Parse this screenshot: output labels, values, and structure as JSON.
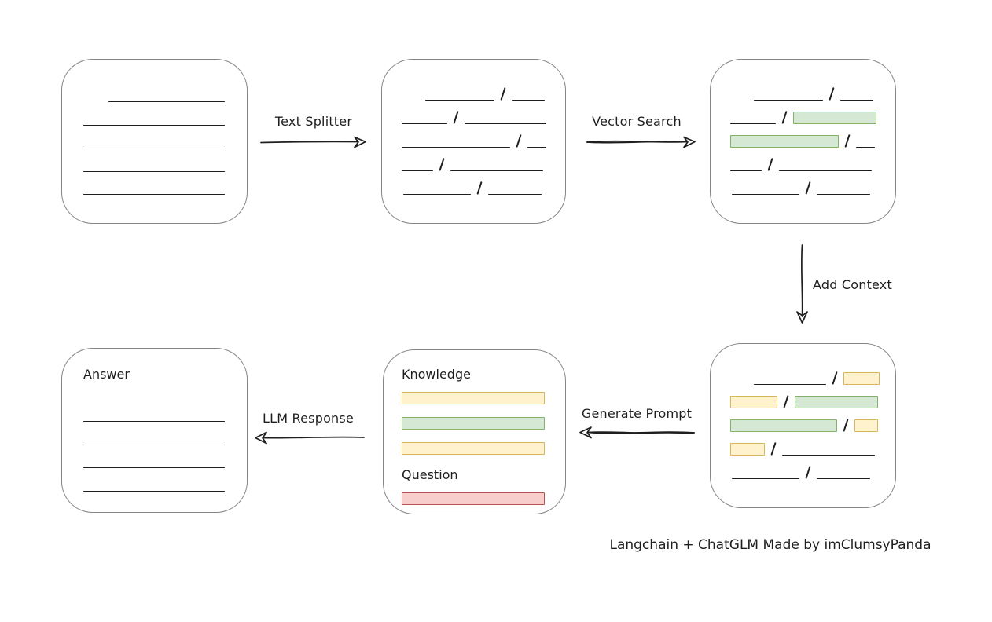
{
  "footer": {
    "credit": "Langchain + ChatGLM Made by imClumsyPanda"
  },
  "colors": {
    "ink": "#1e1e1e",
    "box_border": "#858585",
    "green_fill": "#d5e8d4",
    "green_border": "#82b366",
    "yellow_fill": "#fff2cc",
    "yellow_border": "#d6b656",
    "red_fill": "#f8cecc",
    "red_border": "#b85450"
  },
  "arrows": {
    "text_splitter": {
      "label": "Text Splitter",
      "direction": "right"
    },
    "vector_search": {
      "label": "Vector Search",
      "direction": "right"
    },
    "add_context": {
      "label": "Add Context",
      "direction": "down"
    },
    "generate_prompt": {
      "label": "Generate Prompt",
      "direction": "left"
    },
    "llm_response": {
      "label": "LLM Response",
      "direction": "left"
    }
  },
  "boxes": {
    "document": {
      "rows": [
        {
          "indent": 32,
          "segs": [
            {
              "t": "line",
              "w": 148
            }
          ]
        },
        {
          "indent": 0,
          "segs": [
            {
              "t": "line",
              "w": 180
            }
          ]
        },
        {
          "indent": 0,
          "segs": [
            {
              "t": "line",
              "w": 180
            }
          ]
        },
        {
          "indent": 0,
          "segs": [
            {
              "t": "line",
              "w": 180
            }
          ]
        },
        {
          "indent": 0,
          "segs": [
            {
              "t": "line",
              "w": 180
            }
          ]
        }
      ]
    },
    "chunks": {
      "rows": [
        {
          "indent": 30,
          "segs": [
            {
              "t": "line",
              "w": 88
            },
            {
              "t": "slash"
            },
            {
              "t": "line",
              "w": 42
            }
          ]
        },
        {
          "indent": 0,
          "segs": [
            {
              "t": "line",
              "w": 58
            },
            {
              "t": "slash"
            },
            {
              "t": "line",
              "w": 104
            }
          ]
        },
        {
          "indent": 0,
          "segs": [
            {
              "t": "line",
              "w": 138
            },
            {
              "t": "slash"
            },
            {
              "t": "line",
              "w": 24
            }
          ]
        },
        {
          "indent": 0,
          "segs": [
            {
              "t": "line",
              "w": 40
            },
            {
              "t": "slash"
            },
            {
              "t": "line",
              "w": 118
            }
          ]
        },
        {
          "indent": 2,
          "segs": [
            {
              "t": "line",
              "w": 86
            },
            {
              "t": "slash"
            },
            {
              "t": "line",
              "w": 68
            }
          ]
        }
      ]
    },
    "search_results": {
      "rows": [
        {
          "indent": 30,
          "segs": [
            {
              "t": "line",
              "w": 88
            },
            {
              "t": "slash"
            },
            {
              "t": "line",
              "w": 42
            }
          ]
        },
        {
          "indent": 0,
          "segs": [
            {
              "t": "line",
              "w": 58
            },
            {
              "t": "slash"
            },
            {
              "t": "green",
              "w": 106
            }
          ]
        },
        {
          "indent": 0,
          "segs": [
            {
              "t": "green",
              "w": 138
            },
            {
              "t": "slash"
            },
            {
              "t": "line",
              "w": 24
            }
          ]
        },
        {
          "indent": 0,
          "segs": [
            {
              "t": "line",
              "w": 40
            },
            {
              "t": "slash"
            },
            {
              "t": "line",
              "w": 118
            }
          ]
        },
        {
          "indent": 2,
          "segs": [
            {
              "t": "line",
              "w": 86
            },
            {
              "t": "slash"
            },
            {
              "t": "line",
              "w": 68
            }
          ]
        }
      ]
    },
    "context_chunks": {
      "rows": [
        {
          "indent": 30,
          "segs": [
            {
              "t": "line",
              "w": 92
            },
            {
              "t": "slash"
            },
            {
              "t": "yellow",
              "w": 46
            }
          ]
        },
        {
          "indent": 0,
          "segs": [
            {
              "t": "yellow",
              "w": 60
            },
            {
              "t": "slash"
            },
            {
              "t": "green",
              "w": 106
            }
          ]
        },
        {
          "indent": 0,
          "segs": [
            {
              "t": "green",
              "w": 136
            },
            {
              "t": "slash"
            },
            {
              "t": "yellow",
              "w": 30
            }
          ]
        },
        {
          "indent": 0,
          "segs": [
            {
              "t": "yellow",
              "w": 44
            },
            {
              "t": "slash"
            },
            {
              "t": "line",
              "w": 118
            }
          ]
        },
        {
          "indent": 2,
          "segs": [
            {
              "t": "line",
              "w": 86
            },
            {
              "t": "slash"
            },
            {
              "t": "line",
              "w": 68
            }
          ]
        }
      ]
    },
    "prompt": {
      "knowledge_label": "Knowledge",
      "question_label": "Question",
      "knowledge_bars": [
        {
          "indent": 0,
          "segs": [
            {
              "t": "yellow",
              "w": 182
            }
          ]
        },
        {
          "indent": 0,
          "segs": [
            {
              "t": "green",
              "w": 182
            }
          ]
        },
        {
          "indent": 0,
          "segs": [
            {
              "t": "yellow",
              "w": 182
            }
          ]
        }
      ],
      "question_bars": [
        {
          "indent": 0,
          "segs": [
            {
              "t": "red",
              "w": 182
            }
          ]
        }
      ]
    },
    "answer": {
      "label": "Answer",
      "rows": [
        {
          "indent": 0,
          "segs": [
            {
              "t": "line",
              "w": 180
            }
          ]
        },
        {
          "indent": 0,
          "segs": [
            {
              "t": "line",
              "w": 180
            }
          ]
        },
        {
          "indent": 0,
          "segs": [
            {
              "t": "line",
              "w": 180
            }
          ]
        },
        {
          "indent": 0,
          "segs": [
            {
              "t": "line",
              "w": 180
            }
          ]
        }
      ]
    }
  }
}
